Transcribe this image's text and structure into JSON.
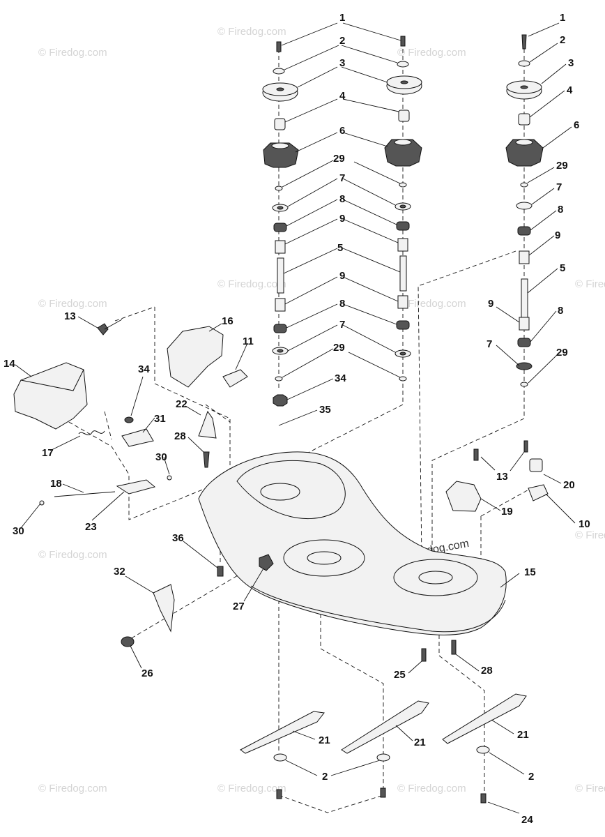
{
  "watermark": {
    "text": "© Firedog.com",
    "main_text": "© Firedog.com"
  },
  "callouts": {
    "c1a": "1",
    "c1b": "1",
    "c1c": "1",
    "c2a": "2",
    "c2b": "2",
    "c2c": "2",
    "c2d": "2",
    "c2e": "2",
    "c3a": "3",
    "c3b": "3",
    "c3c": "3",
    "c4a": "4",
    "c4b": "4",
    "c4c": "4",
    "c5a": "5",
    "c5b": "5",
    "c6a": "6",
    "c6b": "6",
    "c6c": "6",
    "c7a": "7",
    "c7b": "7",
    "c7c": "7",
    "c7d": "7",
    "c7e": "7",
    "c8a": "8",
    "c8b": "8",
    "c8c": "8",
    "c8d": "8",
    "c8e": "8",
    "c9a": "9",
    "c9b": "9",
    "c9c": "9",
    "c9d": "9",
    "c9e": "9",
    "c10": "10",
    "c11": "11",
    "c13a": "13",
    "c13b": "13",
    "c14": "14",
    "c15": "15",
    "c16": "16",
    "c17": "17",
    "c18": "18",
    "c19": "19",
    "c20": "20",
    "c21a": "21",
    "c21b": "21",
    "c21c": "21",
    "c22": "22",
    "c23": "23",
    "c24": "24",
    "c25": "25",
    "c26": "26",
    "c27": "27",
    "c28a": "28",
    "c28b": "28",
    "c29a": "29",
    "c29b": "29",
    "c29c": "29",
    "c29d": "29",
    "c29e": "29",
    "c30a": "30",
    "c30b": "30",
    "c31": "31",
    "c32": "32",
    "c34a": "34",
    "c34b": "34",
    "c35": "35",
    "c36": "36"
  }
}
